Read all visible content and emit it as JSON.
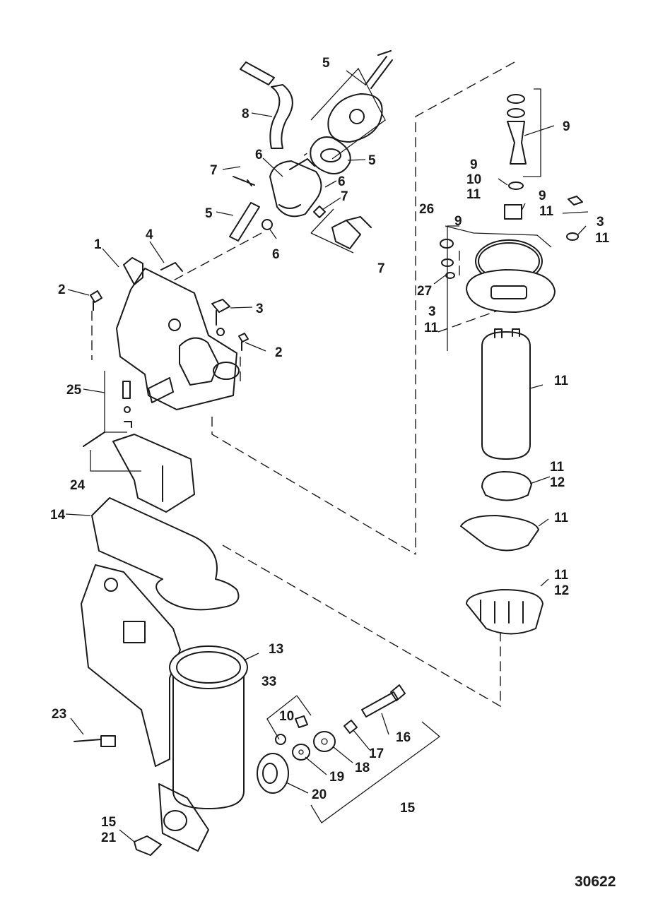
{
  "drawing_number": "30622",
  "callouts": [
    "1",
    "2",
    "4",
    "2",
    "3",
    "25",
    "24",
    "14",
    "5",
    "8",
    "6",
    "7",
    "5",
    "6",
    "7",
    "6",
    "7",
    "5",
    "9",
    "9",
    "10",
    "11",
    "9",
    "11",
    "26",
    "9",
    "3",
    "11",
    "27",
    "3",
    "11",
    "11",
    "11",
    "12",
    "11",
    "11",
    "12",
    "13",
    "33",
    "10",
    "16",
    "17",
    "18",
    "19",
    "20",
    "15",
    "23",
    "15",
    "21"
  ]
}
